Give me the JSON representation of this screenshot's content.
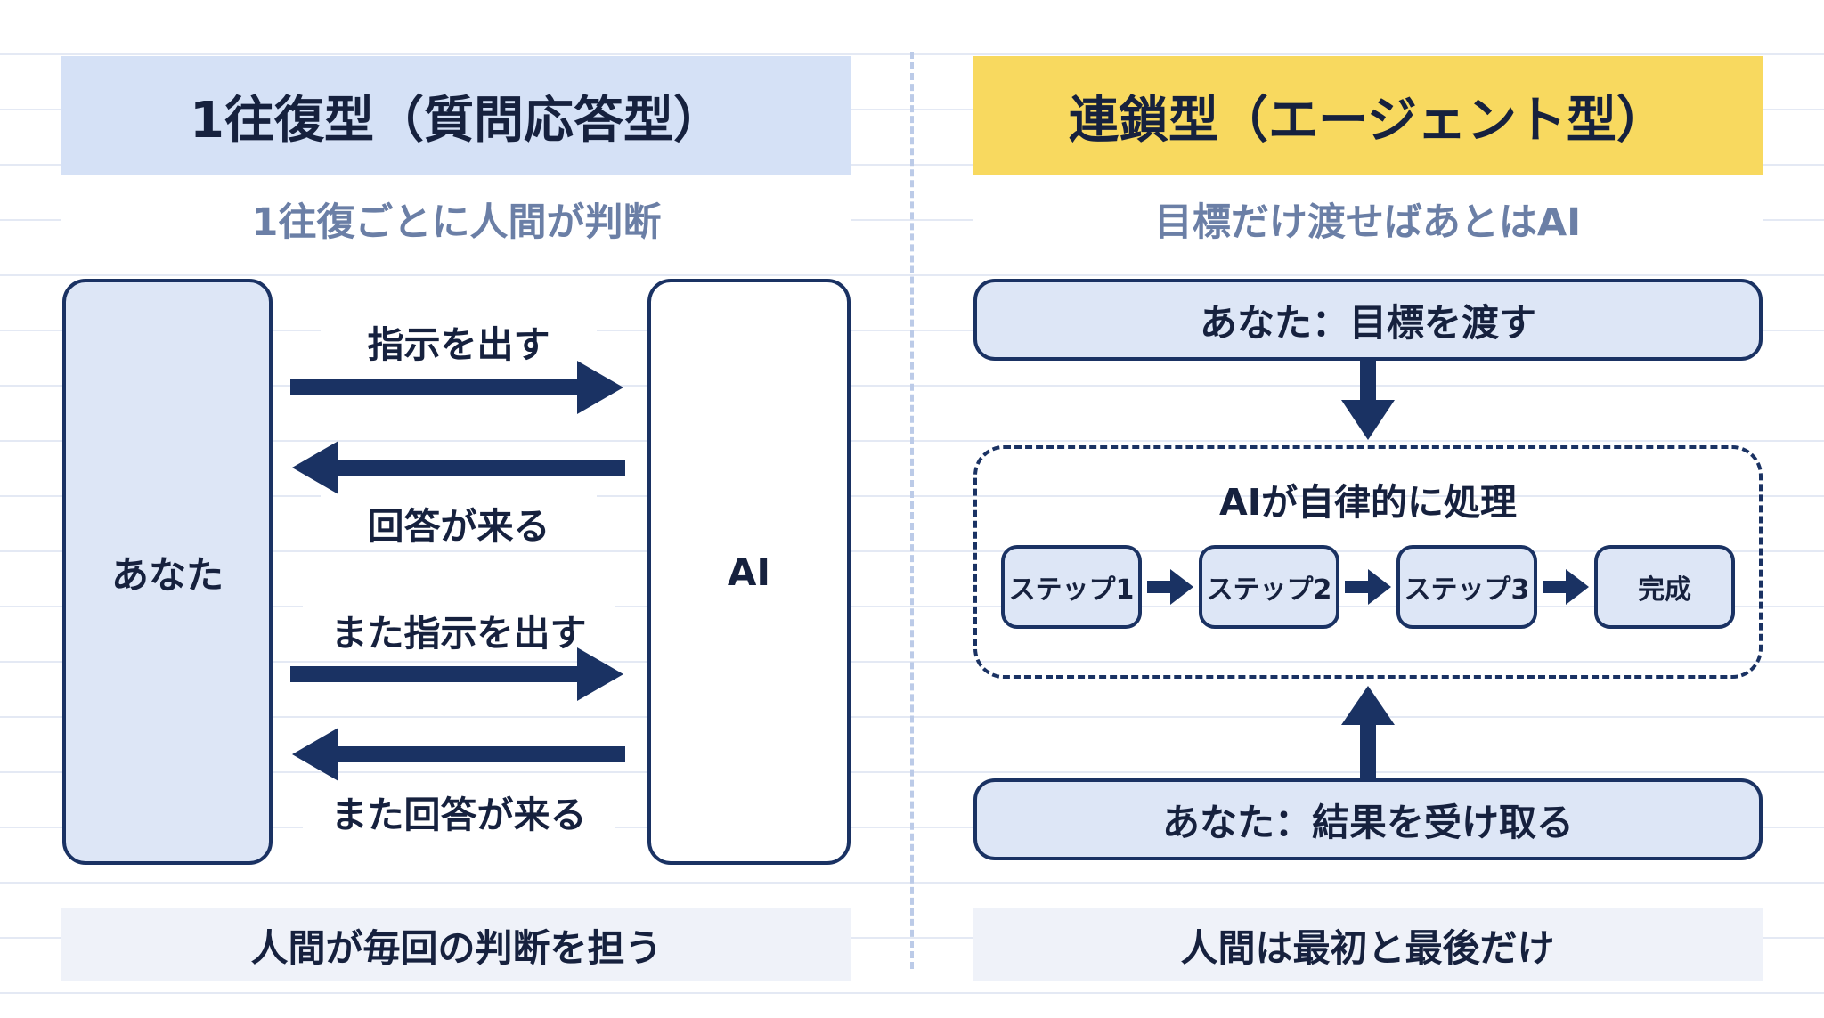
{
  "left": {
    "header": "1往復型（質問応答型）",
    "subtitle": "1往復ごとに人間が判断",
    "you_label": "あなた",
    "ai_label": "AI",
    "arrows": [
      {
        "label": "指示を出す"
      },
      {
        "label": "回答が来る"
      },
      {
        "label": "また指示を出す"
      },
      {
        "label": "また回答が来る"
      }
    ],
    "footer": "人間が毎回の判断を担う"
  },
  "right": {
    "header": "連鎖型（エージェント型）",
    "subtitle": "目標だけ渡せばあとはAI",
    "top_box": "あなた：目標を渡す",
    "process_title": "AIが自律的に処理",
    "steps": [
      "ステップ1",
      "ステップ2",
      "ステップ3",
      "完成"
    ],
    "bottom_box": "あなた：結果を受け取る",
    "footer": "人間は最初と最後だけ"
  },
  "colors": {
    "navy": "#1a3263",
    "left_header_bg": "#d5e1f6",
    "right_header_bg": "#f8d95f",
    "box_fill": "#dde6f6",
    "subtitle_text": "#6b7fa6"
  }
}
